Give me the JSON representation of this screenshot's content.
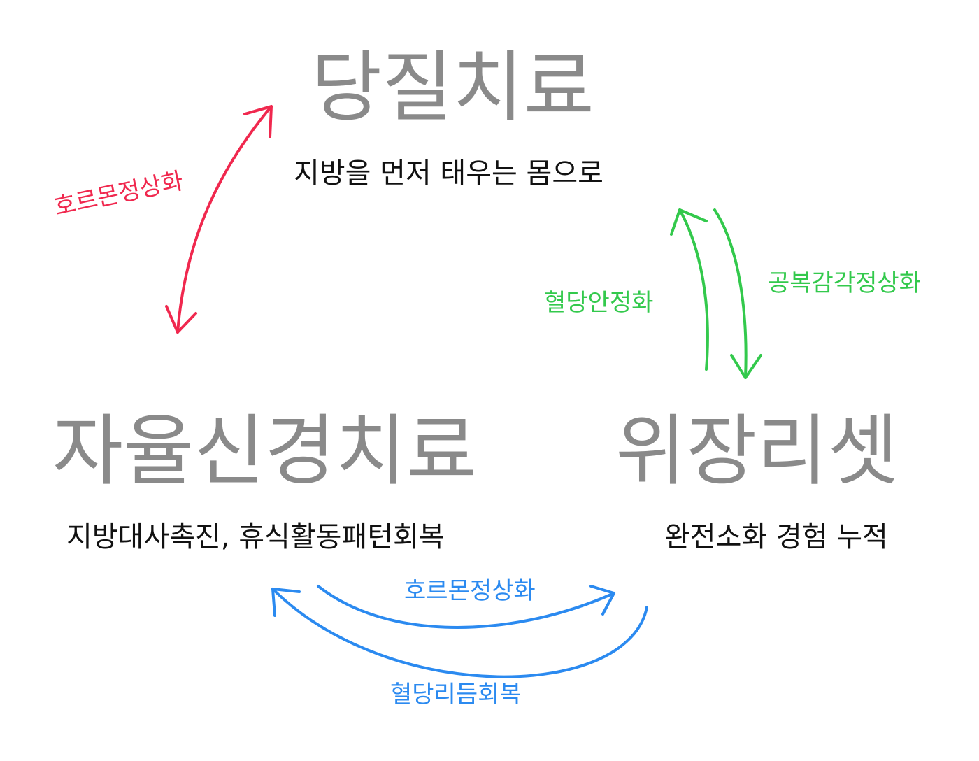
{
  "nodes": {
    "top": {
      "title": "당질치료",
      "subtitle": "지방을 먼저 태우는 몸으로"
    },
    "left": {
      "title": "자율신경치료",
      "subtitle": "지방대사촉진, 휴식활동패턴회복"
    },
    "right": {
      "title": "위장리셋",
      "subtitle": "완전소화 경험 누적"
    }
  },
  "edges": {
    "top_left": {
      "label": "호르몬정상화",
      "color": "#f0284e"
    },
    "right_to_top": {
      "label": "혈당안정화",
      "color": "#33c94c"
    },
    "top_to_right": {
      "label": "공복감각정상화",
      "color": "#33c94c"
    },
    "left_to_right": {
      "label": "호르몬정상화",
      "color": "#2b8af0"
    },
    "right_to_left": {
      "label": "혈당리듬회복",
      "color": "#2b8af0"
    }
  }
}
